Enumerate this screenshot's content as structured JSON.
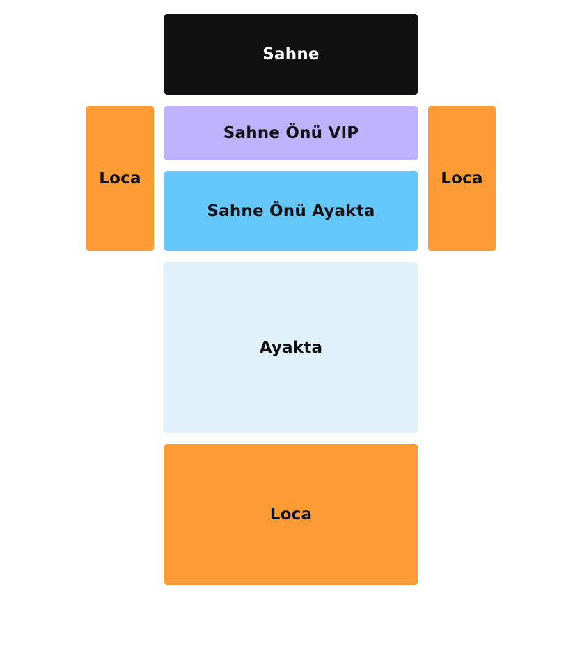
{
  "seat_map": {
    "stage": {
      "label": "Sahne",
      "color": "#111111"
    },
    "vip": {
      "label": "Sahne Önü VIP",
      "color": "#bfb2fd"
    },
    "front_standing": {
      "label": "Sahne Önü Ayakta",
      "color": "#65c8fc"
    },
    "standing": {
      "label": "Ayakta",
      "color": "#e1f1f9"
    },
    "box_left": {
      "label": "Loca",
      "color": "#fd9b35"
    },
    "box_right": {
      "label": "Loca",
      "color": "#fd9b35"
    },
    "box_rear": {
      "label": "Loca",
      "color": "#fd9b35"
    }
  }
}
